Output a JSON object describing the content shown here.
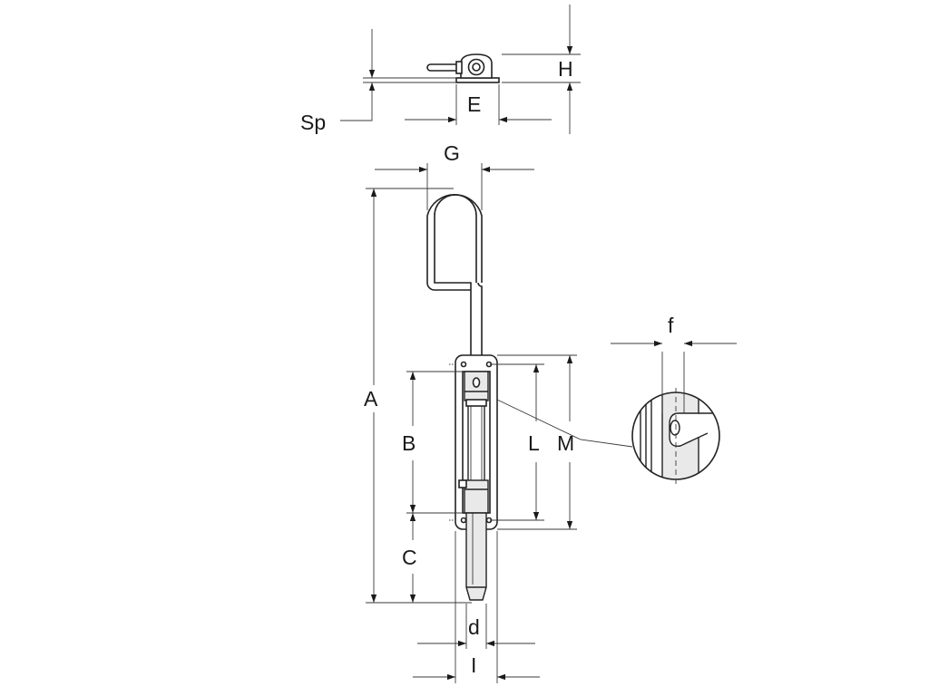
{
  "labels": {
    "A": "A",
    "B": "B",
    "C": "C",
    "d": "d",
    "I": "I",
    "E": "E",
    "G": "G",
    "H": "H",
    "Sp": "Sp",
    "L": "L",
    "M": "M",
    "f": "f"
  }
}
